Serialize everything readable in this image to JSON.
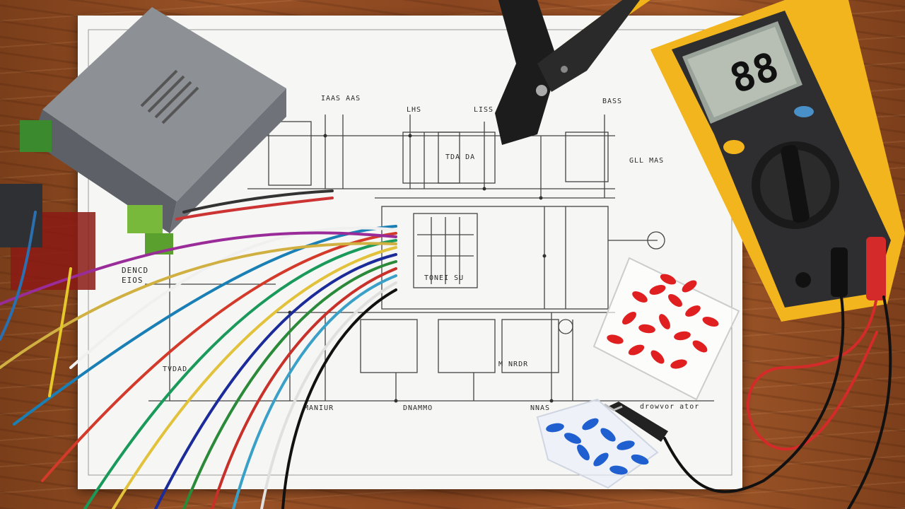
{
  "scene": {
    "multimeter_display": "88",
    "schematic_labels": [
      "IAAS AAS",
      "LHS",
      "LISS",
      "BASS",
      "TDA DA",
      "GLL MAS",
      "TONEI SU",
      "DENCD",
      "EIOS",
      "TVDAD",
      "MANIUR",
      "M NRDR",
      "DNAMMO",
      "NNAS",
      "drowvor ator"
    ]
  }
}
